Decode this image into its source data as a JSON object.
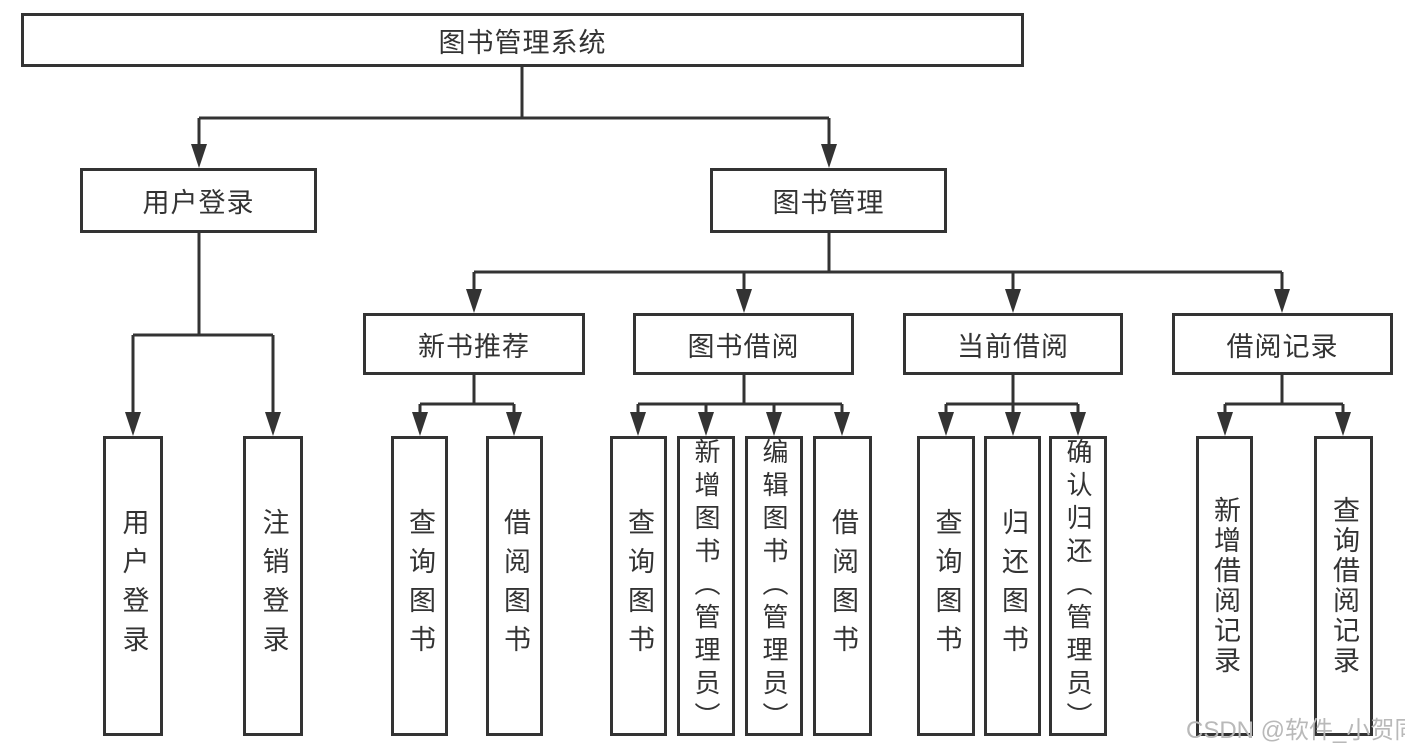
{
  "diagram": {
    "root": {
      "label": "图书管理系统"
    },
    "level1": [
      {
        "label": "用户登录"
      },
      {
        "label": "图书管理"
      }
    ],
    "level2": [
      {
        "label": "新书推荐"
      },
      {
        "label": "图书借阅"
      },
      {
        "label": "当前借阅"
      },
      {
        "label": "借阅记录"
      }
    ],
    "leaves": {
      "user_login": [
        "用户登录",
        "注销登录"
      ],
      "new_books": [
        "查询图书",
        "借阅图书"
      ],
      "borrowing": [
        "查询图书",
        "新增图书（管理员）",
        "编辑图书（管理员）",
        "借阅图书"
      ],
      "current": [
        "查询图书",
        "归还图书",
        "确认归还（管理员）"
      ],
      "records": [
        "新增借阅记录",
        "查询借阅记录"
      ]
    },
    "line_color": "#333333"
  },
  "watermark": {
    "text": "CSDN @软件_小贺同学",
    "color": "#b9b9b9"
  }
}
